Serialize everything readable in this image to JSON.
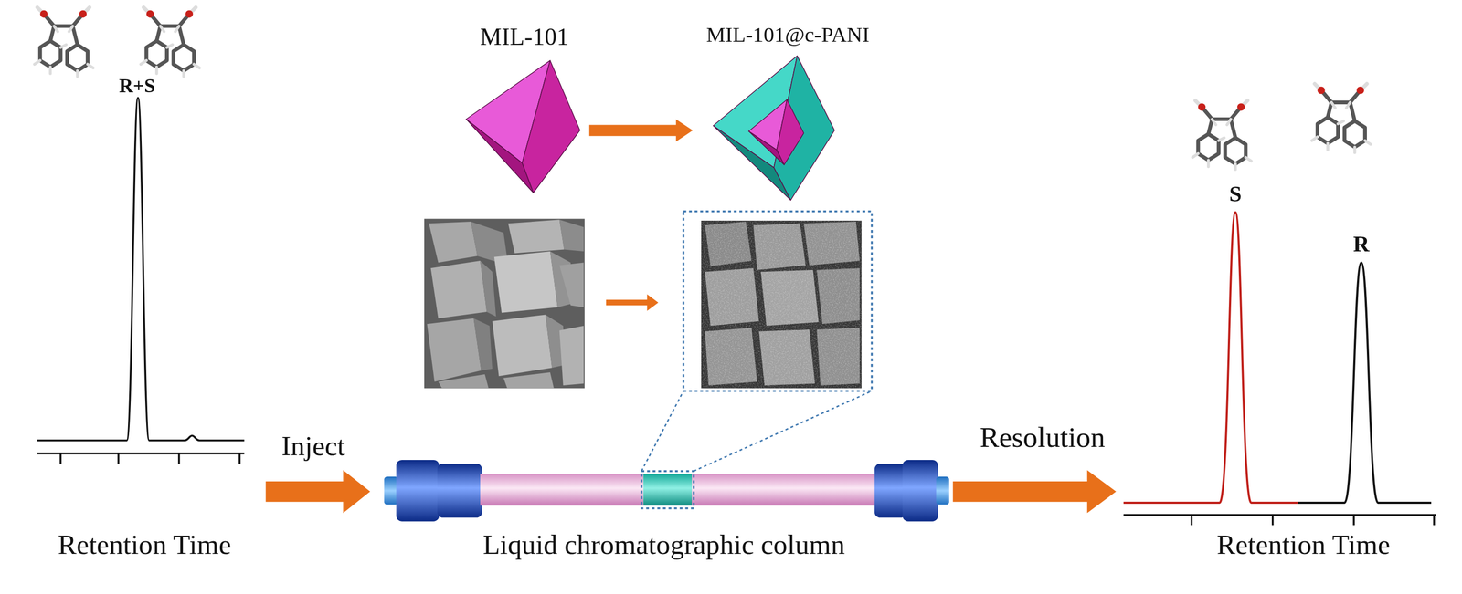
{
  "diagram": {
    "nodes": [
      {
        "text": [
          "MIL-101"
        ]
      },
      {
        "text": [
          "MIL-101@c-PANI"
        ]
      }
    ],
    "edges": [
      {
        "from": 0,
        "to": 1,
        "arrow": "to"
      }
    ],
    "labels": [
      "R+S",
      "Retention Time",
      "Inject",
      "Liquid chromatographic column",
      "Resolution",
      "S",
      "R",
      "Retention Time"
    ]
  }
}
